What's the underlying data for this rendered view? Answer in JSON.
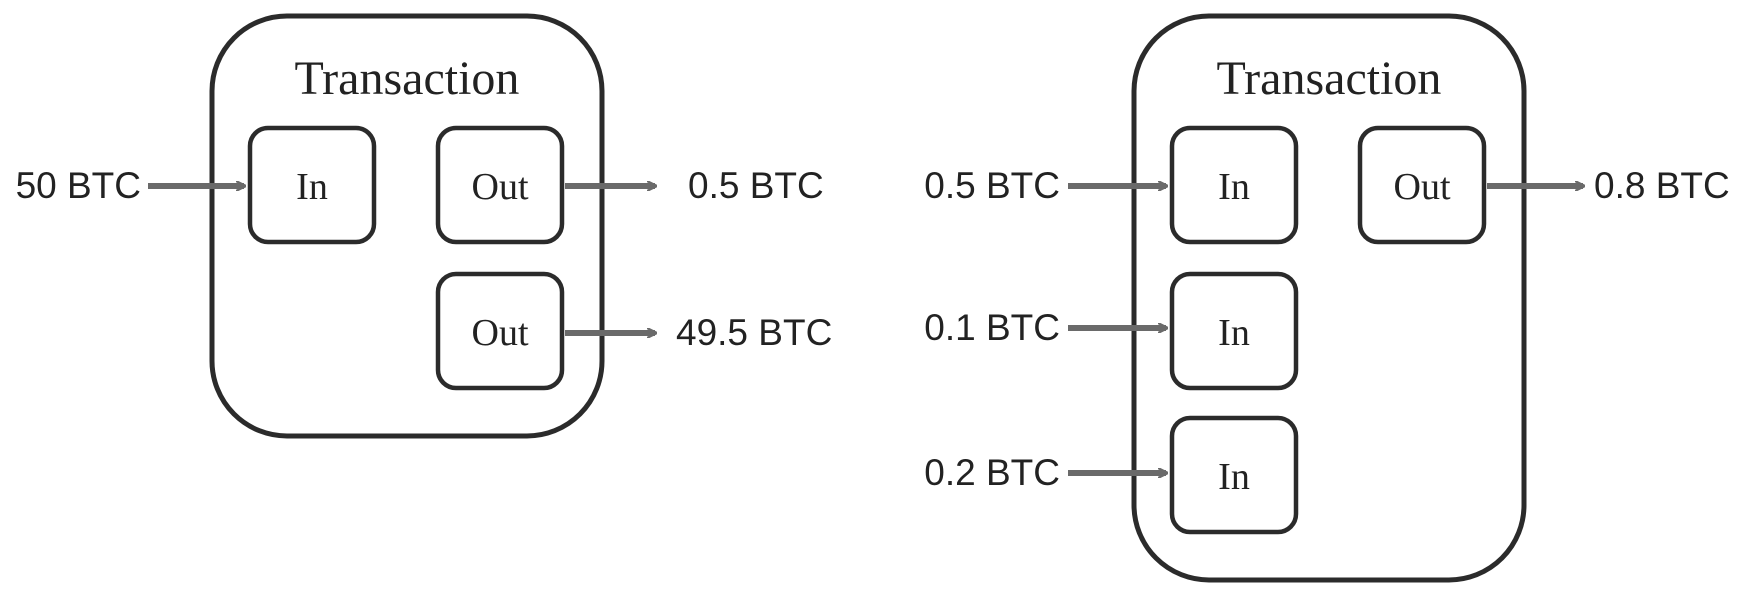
{
  "colors": {
    "stroke": "#2b2b2b",
    "arrow": "#6a6a6a",
    "text": "#222222",
    "background": "#ffffff"
  },
  "transactions": [
    {
      "title": "Transaction",
      "inputs": [
        {
          "label": "In",
          "amount": "50 BTC"
        }
      ],
      "outputs": [
        {
          "label": "Out",
          "amount": "0.5 BTC"
        },
        {
          "label": "Out",
          "amount": "49.5 BTC"
        }
      ]
    },
    {
      "title": "Transaction",
      "inputs": [
        {
          "label": "In",
          "amount": "0.5 BTC"
        },
        {
          "label": "In",
          "amount": "0.1 BTC"
        },
        {
          "label": "In",
          "amount": "0.2 BTC"
        }
      ],
      "outputs": [
        {
          "label": "Out",
          "amount": "0.8 BTC"
        }
      ]
    }
  ]
}
